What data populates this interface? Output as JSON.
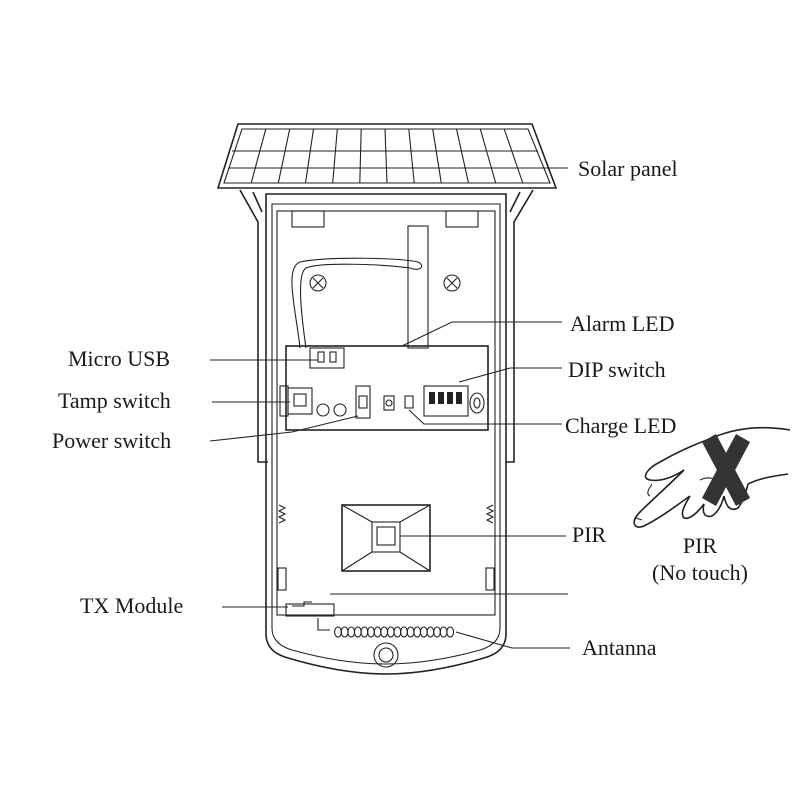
{
  "labels": {
    "solar_panel": "Solar panel",
    "alarm_led": "Alarm LED",
    "micro_usb": "Micro USB",
    "dip_switch": "DIP switch",
    "tamp_switch": "Tamp switch",
    "power_switch": "Power switch",
    "charge_led": "Charge LED",
    "pir": "PIR",
    "pir_no_touch_line1": "PIR",
    "pir_no_touch_line2": "(No touch)",
    "tx_module": "TX Module",
    "antenna": "Antanna"
  },
  "icons": [
    "solar-panel-icon",
    "hand-icon",
    "cross-mark-icon",
    "screw-icon",
    "pir-lens-icon",
    "antenna-coil-icon"
  ],
  "colors": {
    "line": "#222222",
    "background": "#ffffff"
  }
}
